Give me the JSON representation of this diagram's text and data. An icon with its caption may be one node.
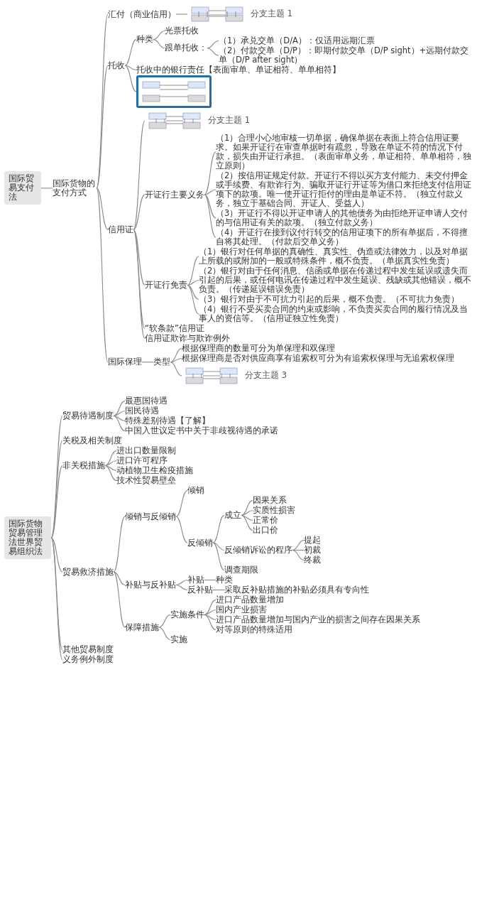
{
  "diagram": {
    "nodes": [
      {
        "text": [
          "国际贸易支付法"
        ]
      },
      {
        "text": [
          "国际货物的支付方式"
        ]
      },
      {
        "text": [
          "汇付（商业信用）"
        ]
      },
      {
        "text": [],
        "shape": "picture",
        "beside": [
          "分支主题 1"
        ]
      },
      {
        "text": [
          "托收"
        ]
      },
      {
        "text": [
          "种类"
        ]
      },
      {
        "text": [
          "光票托收"
        ]
      },
      {
        "text": [
          "跟单托收："
        ]
      },
      {
        "text": [
          "（1）承兑交单（D/A）：仅适用远期汇票"
        ]
      },
      {
        "text": [
          "（2）付款交单（D/P）：即期付款交单（D/P sight）+远期付款交单（D/P after sight）"
        ]
      },
      {
        "text": [
          "托收中的银行责任【表面审单、单证相符、单单相符】"
        ]
      },
      {
        "text": [],
        "shape": "picture"
      },
      {
        "text": [
          "信用证"
        ]
      },
      {
        "text": [],
        "shape": "picture",
        "beside": [
          "分支主题 1"
        ]
      },
      {
        "text": [
          "开证行主要义务"
        ]
      },
      {
        "text": [
          "（1）合理小心地审核一切单据，确保单据在表面上符合信用证要求。如果开证行在审查单据时有疏忽，导致在单证不符的情况下付款，损失由开证行承担。（表面审单义务，单证相符、单单相符，独立原则）"
        ]
      },
      {
        "text": [
          "（2）按信用证规定付款。开证行不得以买方支付能力、未交付押金或手续费、有欺诈行为、骗取开证行开证等为借口来拒绝支付信用证项下的款项。唯一使开证行拒付的理由是单证不符。（独立付款义务，独立于基础合同、开证人、受益人）"
        ]
      },
      {
        "text": [
          "（3）开证行不得以开证申请人的其他债务为由拒绝开证申请人交付的与信用证有关的款项。（独立付款义务）"
        ]
      },
      {
        "text": [
          "（4）开证行在接到议付行转交的信用证项下的所有单据后，不得擅自将其处理。（付款后交单义务）"
        ]
      },
      {
        "text": [
          "开证行免责"
        ]
      },
      {
        "text": [
          "（1）银行对任何单据的真确性、真实性、伪造或法律效力，以及对单据上所载的或附加的一般或特殊条件，概不负责。（单据真实性免责）"
        ]
      },
      {
        "text": [
          "（2）银行对由于任何消息、信函或单据在传递过程中发生延误或遗失而引起的后果，或任何电讯在传递过程中发生延误、残缺或其他错误，概不负责。（传递延误错误免责）"
        ]
      },
      {
        "text": [
          "（3）银行对由于不可抗力引起的后果，概不负责。（不可抗力免责）"
        ]
      },
      {
        "text": [
          "（4）银行不受买卖合同的约束或影响，不负责买卖合同的履行情况及当事人的资信等。（信用证独立性免责）"
        ]
      },
      {
        "text": [
          "“软条款”信用证"
        ]
      },
      {
        "text": [
          "信用证欺诈与欺诈例外"
        ]
      },
      {
        "text": [
          "国际保理"
        ]
      },
      {
        "text": [
          "类型"
        ]
      },
      {
        "text": [
          "根据保理商的数量可分为单保理和双保理"
        ]
      },
      {
        "text": [
          "根据保理商是否对供应商享有追索权可分为有追索权保理与无追索权保理"
        ]
      },
      {
        "text": [],
        "shape": "picture",
        "beside": [
          "分支主题 3"
        ]
      },
      {
        "text": [
          "国际货物贸易管理法世界贸易组织法"
        ]
      },
      {
        "text": [
          "贸易待遇制度"
        ]
      },
      {
        "text": [
          "最惠国待遇"
        ]
      },
      {
        "text": [
          "国民待遇"
        ]
      },
      {
        "text": [
          "特殊差别待遇【了解】"
        ]
      },
      {
        "text": [
          "中国入世议定书中关于非歧视待遇的承诺"
        ]
      },
      {
        "text": [
          "关税及相关制度"
        ]
      },
      {
        "text": [
          "非关税措施"
        ]
      },
      {
        "text": [
          "进出口数量限制"
        ]
      },
      {
        "text": [
          "进口许可程序"
        ]
      },
      {
        "text": [
          "动植物卫生检疫措施"
        ]
      },
      {
        "text": [
          "技术性贸易壁垒"
        ]
      },
      {
        "text": [
          "贸易救济措施"
        ]
      },
      {
        "text": [
          "倾销与反倾销"
        ]
      },
      {
        "text": [
          "倾销"
        ]
      },
      {
        "text": [
          "反倾销"
        ]
      },
      {
        "text": [
          "成立"
        ]
      },
      {
        "text": [
          "因果关系"
        ]
      },
      {
        "text": [
          "实质性损害"
        ]
      },
      {
        "text": [
          "正常价"
        ]
      },
      {
        "text": [
          "出口价"
        ]
      },
      {
        "text": [
          "反倾销诉讼的程序"
        ]
      },
      {
        "text": [
          "提起"
        ]
      },
      {
        "text": [
          "初裁"
        ]
      },
      {
        "text": [
          "终裁"
        ]
      },
      {
        "text": [
          "调查期限"
        ]
      },
      {
        "text": [
          "补贴与反补贴"
        ]
      },
      {
        "text": [
          "补贴"
        ]
      },
      {
        "text": [
          "种类"
        ]
      },
      {
        "text": [
          "反补贴"
        ]
      },
      {
        "text": [
          "采取反补贴措施的补贴必须具有专向性"
        ]
      },
      {
        "text": [
          "保障措施"
        ]
      },
      {
        "text": [
          "实施条件"
        ]
      },
      {
        "text": [
          "进口产品数量增加"
        ]
      },
      {
        "text": [
          "国内产业损害"
        ]
      },
      {
        "text": [
          "进口产品数量增加与国内产业的损害之间存在因果关系"
        ]
      },
      {
        "text": [
          "对等原则的特殊适用"
        ]
      },
      {
        "text": [
          "实施"
        ]
      },
      {
        "text": [
          "其他贸易制度"
        ]
      },
      {
        "text": [
          "义务例外制度"
        ]
      }
    ],
    "edges": [
      {
        "from": 0,
        "to": 1,
        "arrow": "none"
      },
      {
        "from": 1,
        "to": 2,
        "arrow": "none"
      },
      {
        "from": 2,
        "to": 3,
        "arrow": "none"
      },
      {
        "from": 1,
        "to": 4,
        "arrow": "none"
      },
      {
        "from": 4,
        "to": 5,
        "arrow": "none"
      },
      {
        "from": 5,
        "to": 6,
        "arrow": "none"
      },
      {
        "from": 5,
        "to": 7,
        "arrow": "none"
      },
      {
        "from": 7,
        "to": 8,
        "arrow": "none"
      },
      {
        "from": 7,
        "to": 9,
        "arrow": "none"
      },
      {
        "from": 4,
        "to": 10,
        "arrow": "none"
      },
      {
        "from": 4,
        "to": 11,
        "arrow": "none"
      },
      {
        "from": 1,
        "to": 12,
        "arrow": "none"
      },
      {
        "from": 12,
        "to": 13,
        "arrow": "none"
      },
      {
        "from": 12,
        "to": 14,
        "arrow": "none"
      },
      {
        "from": 14,
        "to": 15,
        "arrow": "none"
      },
      {
        "from": 14,
        "to": 16,
        "arrow": "none"
      },
      {
        "from": 14,
        "to": 17,
        "arrow": "none"
      },
      {
        "from": 14,
        "to": 18,
        "arrow": "none"
      },
      {
        "from": 12,
        "to": 19,
        "arrow": "none"
      },
      {
        "from": 19,
        "to": 20,
        "arrow": "none"
      },
      {
        "from": 19,
        "to": 21,
        "arrow": "none"
      },
      {
        "from": 19,
        "to": 22,
        "arrow": "none"
      },
      {
        "from": 19,
        "to": 23,
        "arrow": "none"
      },
      {
        "from": 12,
        "to": 24,
        "arrow": "none"
      },
      {
        "from": 12,
        "to": 25,
        "arrow": "none"
      },
      {
        "from": 1,
        "to": 26,
        "arrow": "none"
      },
      {
        "from": 26,
        "to": 27,
        "arrow": "none"
      },
      {
        "from": 27,
        "to": 28,
        "arrow": "none"
      },
      {
        "from": 27,
        "to": 29,
        "arrow": "none"
      },
      {
        "from": 27,
        "to": 30,
        "arrow": "none"
      },
      {
        "from": 31,
        "to": 32,
        "arrow": "none"
      },
      {
        "from": 32,
        "to": 33,
        "arrow": "none"
      },
      {
        "from": 32,
        "to": 34,
        "arrow": "none"
      },
      {
        "from": 32,
        "to": 35,
        "arrow": "none"
      },
      {
        "from": 32,
        "to": 36,
        "arrow": "none"
      },
      {
        "from": 31,
        "to": 37,
        "arrow": "none"
      },
      {
        "from": 31,
        "to": 38,
        "arrow": "none"
      },
      {
        "from": 38,
        "to": 39,
        "arrow": "none"
      },
      {
        "from": 38,
        "to": 40,
        "arrow": "none"
      },
      {
        "from": 38,
        "to": 41,
        "arrow": "none"
      },
      {
        "from": 38,
        "to": 42,
        "arrow": "none"
      },
      {
        "from": 31,
        "to": 43,
        "arrow": "none"
      },
      {
        "from": 43,
        "to": 44,
        "arrow": "none"
      },
      {
        "from": 44,
        "to": 45,
        "arrow": "none"
      },
      {
        "from": 44,
        "to": 46,
        "arrow": "none"
      },
      {
        "from": 46,
        "to": 47,
        "arrow": "none"
      },
      {
        "from": 47,
        "to": 48,
        "arrow": "none"
      },
      {
        "from": 47,
        "to": 49,
        "arrow": "none"
      },
      {
        "from": 47,
        "to": 50,
        "arrow": "none"
      },
      {
        "from": 47,
        "to": 51,
        "arrow": "none"
      },
      {
        "from": 46,
        "to": 52,
        "arrow": "none"
      },
      {
        "from": 52,
        "to": 53,
        "arrow": "none"
      },
      {
        "from": 52,
        "to": 54,
        "arrow": "none"
      },
      {
        "from": 52,
        "to": 55,
        "arrow": "none"
      },
      {
        "from": 46,
        "to": 56,
        "arrow": "none"
      },
      {
        "from": 43,
        "to": 57,
        "arrow": "none"
      },
      {
        "from": 57,
        "to": 58,
        "arrow": "none"
      },
      {
        "from": 58,
        "to": 59,
        "arrow": "none"
      },
      {
        "from": 57,
        "to": 60,
        "arrow": "none"
      },
      {
        "from": 60,
        "to": 61,
        "arrow": "none"
      },
      {
        "from": 43,
        "to": 62,
        "arrow": "none"
      },
      {
        "from": 62,
        "to": 63,
        "arrow": "none"
      },
      {
        "from": 63,
        "to": 64,
        "arrow": "none"
      },
      {
        "from": 63,
        "to": 65,
        "arrow": "none"
      },
      {
        "from": 63,
        "to": 66,
        "arrow": "none"
      },
      {
        "from": 63,
        "to": 67,
        "arrow": "none"
      },
      {
        "from": 62,
        "to": 68,
        "arrow": "none"
      },
      {
        "from": 31,
        "to": 69,
        "arrow": "none"
      },
      {
        "from": 31,
        "to": 70,
        "arrow": "none"
      }
    ]
  }
}
